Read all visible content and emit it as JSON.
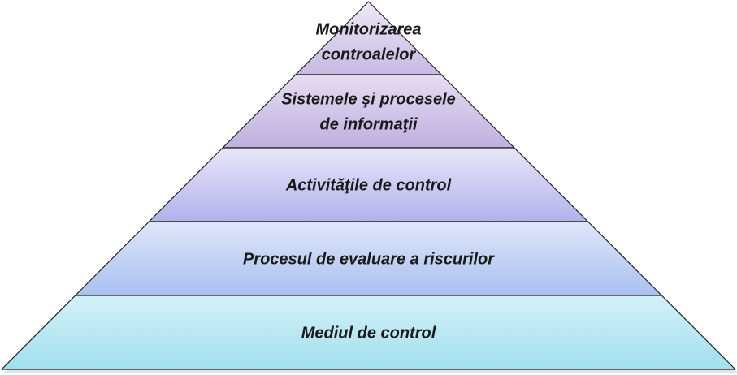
{
  "pyramid": {
    "levels": [
      {
        "lines": [
          "Monitorizarea",
          "controalelor"
        ],
        "color_top": "#efe8f6",
        "color_bottom": "#c7b9e3"
      },
      {
        "lines": [
          "Sistemele şi procesele",
          "de informaţii"
        ],
        "color_top": "#e6ddf2",
        "color_bottom": "#beb0e0"
      },
      {
        "lines": [
          "Activităţile de control"
        ],
        "color_top": "#e8e6f8",
        "color_bottom": "#b2b2ec"
      },
      {
        "lines": [
          "Procesul de evaluare a riscurilor"
        ],
        "color_top": "#dfe6fa",
        "color_bottom": "#a9c0ef"
      },
      {
        "lines": [
          "Mediul de control"
        ],
        "color_top": "#d4f1f8",
        "color_bottom": "#a1dfee"
      }
    ],
    "outline_color": "#1e1e1e"
  }
}
